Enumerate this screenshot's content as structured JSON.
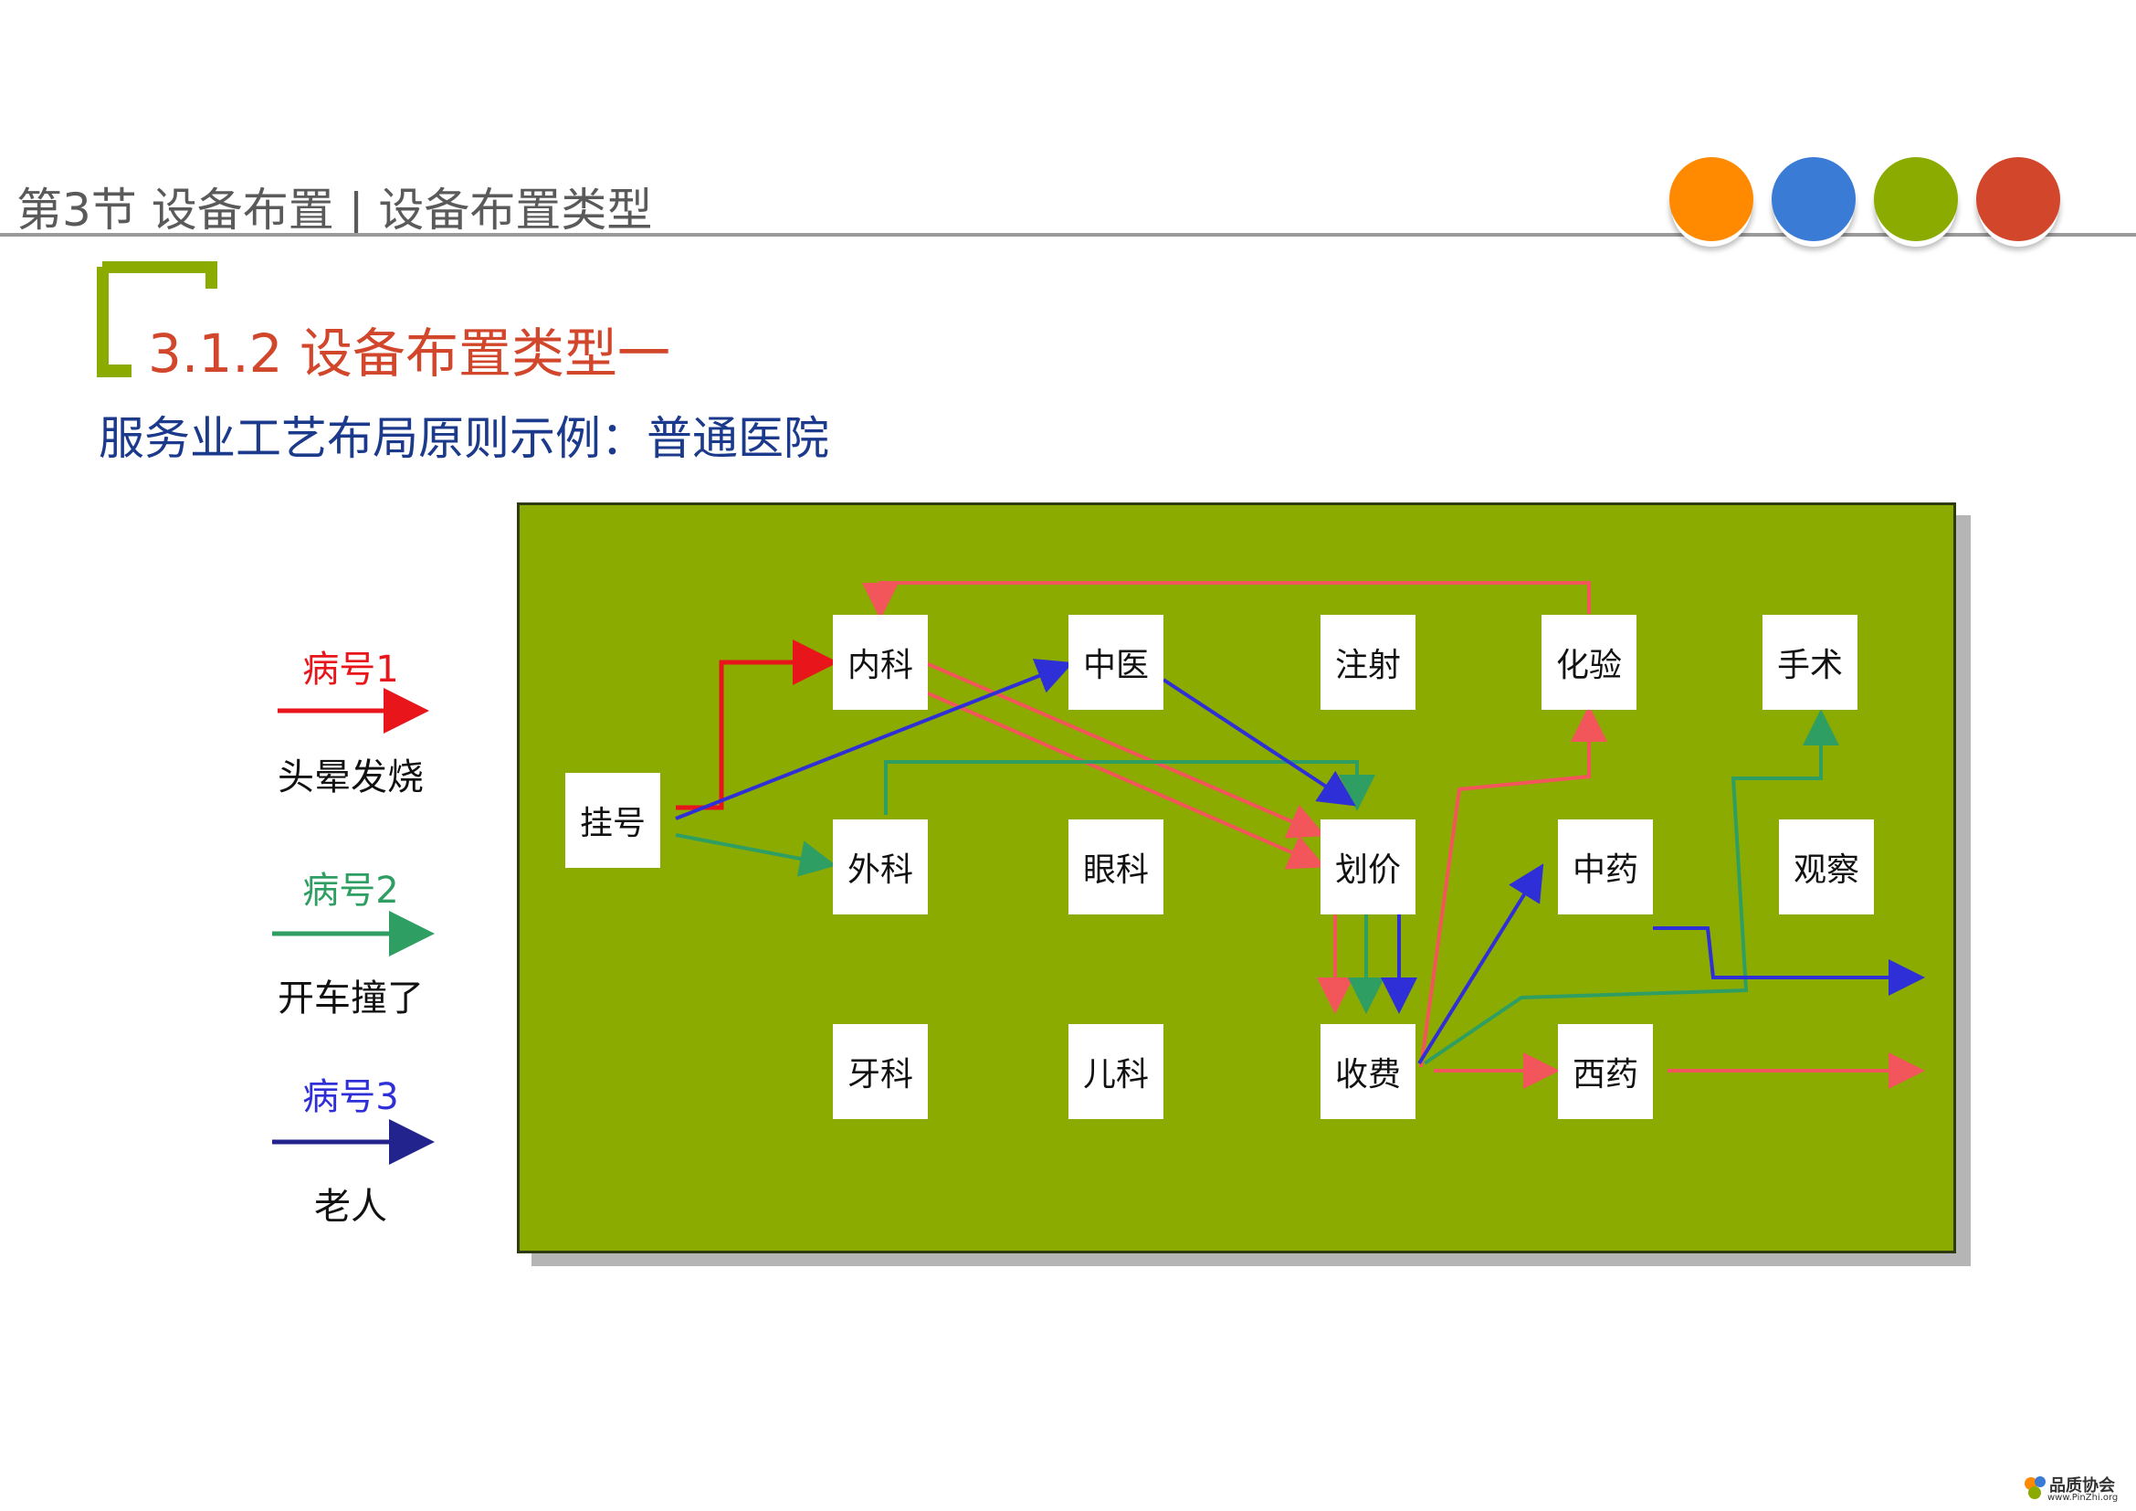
{
  "header": {
    "title": "第3节 设备布置 | 设备布置类型",
    "dot_colors": [
      "#ff8a00",
      "#3a7bd5",
      "#8cab00",
      "#d2462c"
    ]
  },
  "section": {
    "title": "3.1.2 设备布置类型一",
    "subtitle": "服务业工艺布局原则示例：普通医院"
  },
  "legend": [
    {
      "label": "病号1",
      "desc": "头晕发烧",
      "color": "#e8151b"
    },
    {
      "label": "病号2",
      "desc": "开车撞了",
      "color": "#2e9e63"
    },
    {
      "label": "病号3",
      "desc": "老人",
      "color": "#23238e"
    }
  ],
  "nodes": {
    "guahao": "挂号",
    "neike": "内科",
    "zhongyi": "中医",
    "zhushe": "注射",
    "huayan": "化验",
    "shoushu": "手术",
    "waike": "外科",
    "yanke": "眼科",
    "huajia": "划价",
    "zhongyao": "中药",
    "guancha": "观察",
    "yake": "牙科",
    "erke": "儿科",
    "shoufei": "收费",
    "xiyao": "西药"
  },
  "flow_colors": {
    "patient1": "#f2555a",
    "patient2": "#2e9e63",
    "patient3": "#2f2fd8"
  },
  "logo": {
    "name": "品质协会",
    "url_text": "www.PinZhi.org"
  }
}
